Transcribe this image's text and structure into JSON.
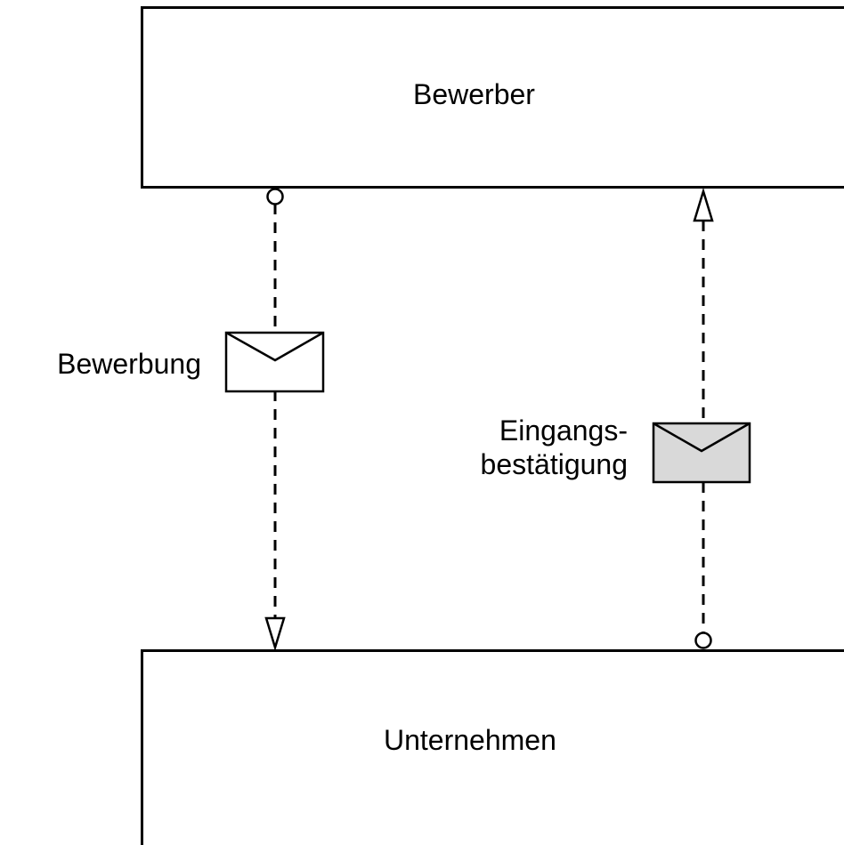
{
  "pools": {
    "top": {
      "label": "Bewerber"
    },
    "bottom": {
      "label": "Unternehmen"
    }
  },
  "message_flows": [
    {
      "label": "Bewerbung",
      "from": "Bewerber",
      "to": "Unternehmen",
      "envelope_fill": "#ffffff"
    },
    {
      "label_line_1": "Eingangs-",
      "label_line_2": "bestätigung",
      "from": "Unternehmen",
      "to": "Bewerber",
      "envelope_fill": "#d9d9d9"
    }
  ],
  "colors": {
    "line": "#000000",
    "background": "#ffffff",
    "envelope_filled": "#d9d9d9"
  }
}
